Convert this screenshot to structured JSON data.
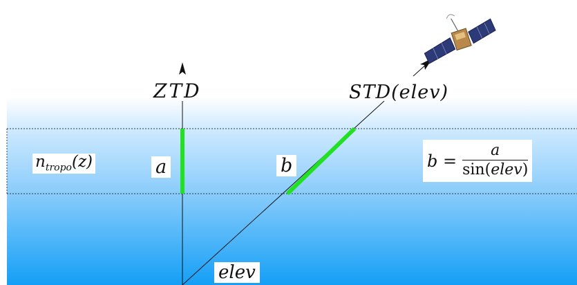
{
  "diagram": {
    "zenith_label": "ZTD",
    "slant_label": "STD(elev)",
    "refractivity_label": {
      "base": "n",
      "subscript": "tropo",
      "arg": "(z)"
    },
    "vertical_segment_label": "a",
    "slant_segment_label": "b",
    "formula": {
      "lhs": "b =",
      "numerator": "a",
      "denominator_func": "sin(",
      "denominator_var": "elev",
      "denominator_close": ")"
    },
    "angle_label": "elev",
    "satellite_icon": "satellite-icon",
    "colors": {
      "sky_top": "#ffffff",
      "sky_light": "#cfeaff",
      "sky_mid": "#8ccdfb",
      "sky_bottom": "#149ff6",
      "segment_highlight": "#22e022",
      "line": "#111111",
      "layer_border": "#333333"
    }
  }
}
